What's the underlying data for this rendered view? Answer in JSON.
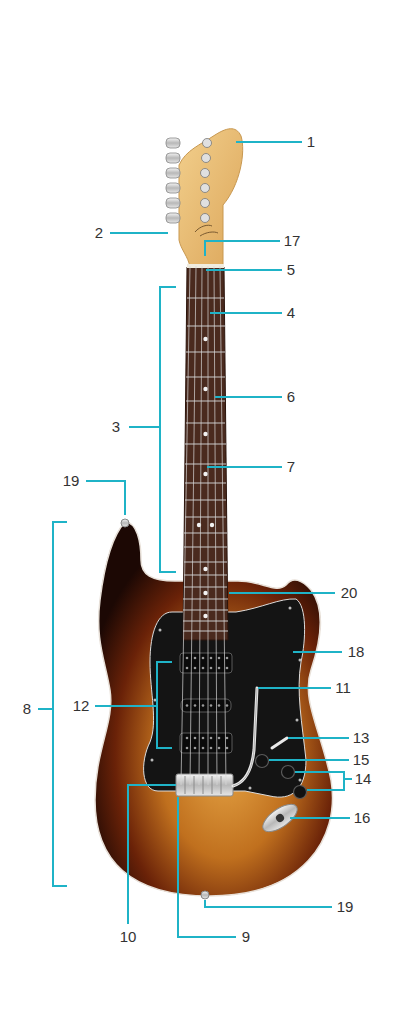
{
  "diagram": {
    "labels": [
      "1",
      "2",
      "17",
      "5",
      "4",
      "6",
      "3",
      "7",
      "19",
      "20",
      "18",
      "11",
      "12",
      "8",
      "13",
      "15",
      "14",
      "16",
      "19",
      "10",
      "9"
    ]
  }
}
